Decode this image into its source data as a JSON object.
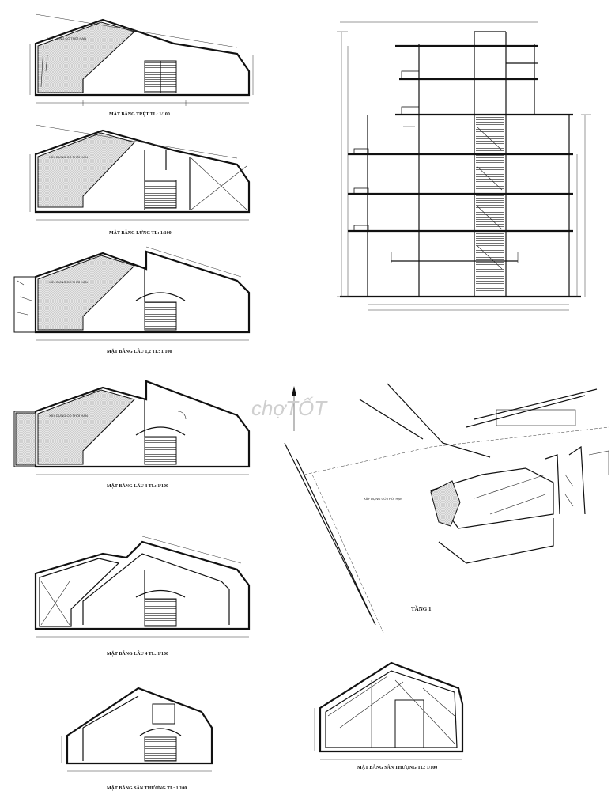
{
  "plans": [
    {
      "caption": "MẶT BẰNG TRỆT TL: 1/100",
      "note": "XÂY DỰNG CÓ THỜI HẠN"
    },
    {
      "caption": "MẶT BẰNG LỬNG TL: 1/100",
      "note": "XÂY DỰNG CÓ THỜI HẠN"
    },
    {
      "caption": "MẶT BẰNG LẦU 1,2 TL: 1/100",
      "note": "XÂY DỰNG CÓ THỜI HẠN"
    },
    {
      "caption": "MẶT BẰNG LẦU 3 TL: 1/100",
      "note": "XÂY DỰNG CÓ THỜI HẠN"
    },
    {
      "caption": "MẶT BẰNG LẦU 4 TL: 1/100"
    },
    {
      "caption": "MẶT BẰNG SÂN THƯỢNG TL: 1/100"
    },
    {
      "caption": "MẶT BẰNG SÂN THƯỢNG TL: 1/100"
    }
  ],
  "site_plan": {
    "title": "TẦNG 1",
    "note": "XÂY DỰNG CÓ THỜI HẠN"
  },
  "watermark": "chợTỐT"
}
